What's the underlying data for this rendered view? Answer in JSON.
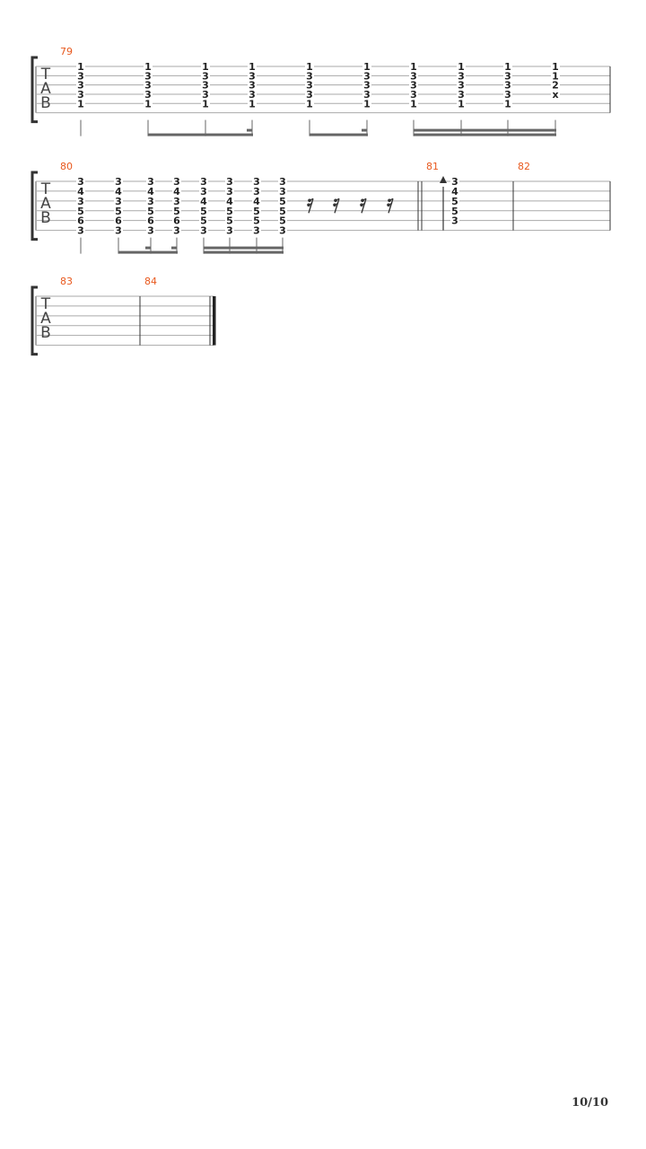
{
  "clef_letters": [
    "T",
    "A",
    "B"
  ],
  "page_number": "10/10",
  "colors": {
    "bar_number": "#e8591e",
    "ink": "#222222",
    "line": "#aaaaaa",
    "beam": "#666666"
  },
  "systems": [
    {
      "bars": [
        {
          "number": "79",
          "beats": [
            {
              "frets": [
                "1",
                "3",
                "3",
                "3",
                "1"
              ],
              "dur": "eighth"
            },
            {
              "frets": [
                "1",
                "3",
                "3",
                "3",
                "1"
              ],
              "dur": "eighth",
              "beam": 1
            },
            {
              "frets": [
                "1",
                "3",
                "3",
                "3",
                "1"
              ],
              "dur": "dotted-eighth",
              "beam": 1
            },
            {
              "frets": [
                "1",
                "3",
                "3",
                "3",
                "1"
              ],
              "dur": "sixteenth",
              "beam": 1
            },
            {
              "frets": [
                "1",
                "3",
                "3",
                "3",
                "1"
              ],
              "dur": "dotted-eighth",
              "beam": 2
            },
            {
              "frets": [
                "1",
                "3",
                "3",
                "3",
                "1"
              ],
              "dur": "sixteenth",
              "beam": 2
            },
            {
              "frets": [
                "1",
                "3",
                "3",
                "3",
                "1"
              ],
              "dur": "sixteenth",
              "beam": 3
            },
            {
              "frets": [
                "1",
                "3",
                "3",
                "3",
                "1"
              ],
              "dur": "sixteenth",
              "beam": 3
            },
            {
              "frets": [
                "1",
                "3",
                "3",
                "3",
                "1"
              ],
              "dur": "sixteenth",
              "beam": 3
            },
            {
              "frets": [
                "1",
                "1",
                "2",
                "x"
              ],
              "dur": "sixteenth",
              "beam": 3
            }
          ]
        }
      ]
    },
    {
      "bars": [
        {
          "number": "80",
          "beats": [
            {
              "frets": [
                "3",
                "4",
                "3",
                "5",
                "6",
                "3"
              ],
              "dur": "eighth"
            },
            {
              "frets": [
                "3",
                "4",
                "3",
                "5",
                "6",
                "3"
              ],
              "dur": "eighth",
              "beam": 1
            },
            {
              "frets": [
                "3",
                "4",
                "3",
                "5",
                "6",
                "3"
              ],
              "dur": "sixteenth",
              "beam": 1
            },
            {
              "frets": [
                "3",
                "4",
                "3",
                "5",
                "6",
                "3"
              ],
              "dur": "sixteenth",
              "beam": 1
            },
            {
              "frets": [
                "3",
                "3",
                "4",
                "5",
                "5",
                "3"
              ],
              "dur": "sixteenth",
              "beam": 2
            },
            {
              "frets": [
                "3",
                "3",
                "4",
                "5",
                "5",
                "3"
              ],
              "dur": "sixteenth",
              "beam": 2
            },
            {
              "frets": [
                "3",
                "3",
                "4",
                "5",
                "5",
                "3"
              ],
              "dur": "sixteenth",
              "beam": 2
            },
            {
              "frets": [
                "3",
                "3",
                "5",
                "5",
                "5",
                "3"
              ],
              "dur": "sixteenth",
              "beam": 2
            }
          ],
          "rests": [
            "sixteenth",
            "sixteenth",
            "sixteenth",
            "sixteenth"
          ]
        },
        {
          "number": "81",
          "beats": [
            {
              "frets": [
                "3",
                "4",
                "5",
                "5",
                "3"
              ],
              "dur": "whole",
              "strum": "up"
            }
          ]
        },
        {
          "number": "82",
          "beats": []
        }
      ]
    },
    {
      "bars": [
        {
          "number": "83",
          "beats": []
        },
        {
          "number": "84",
          "beats": []
        }
      ]
    }
  ]
}
